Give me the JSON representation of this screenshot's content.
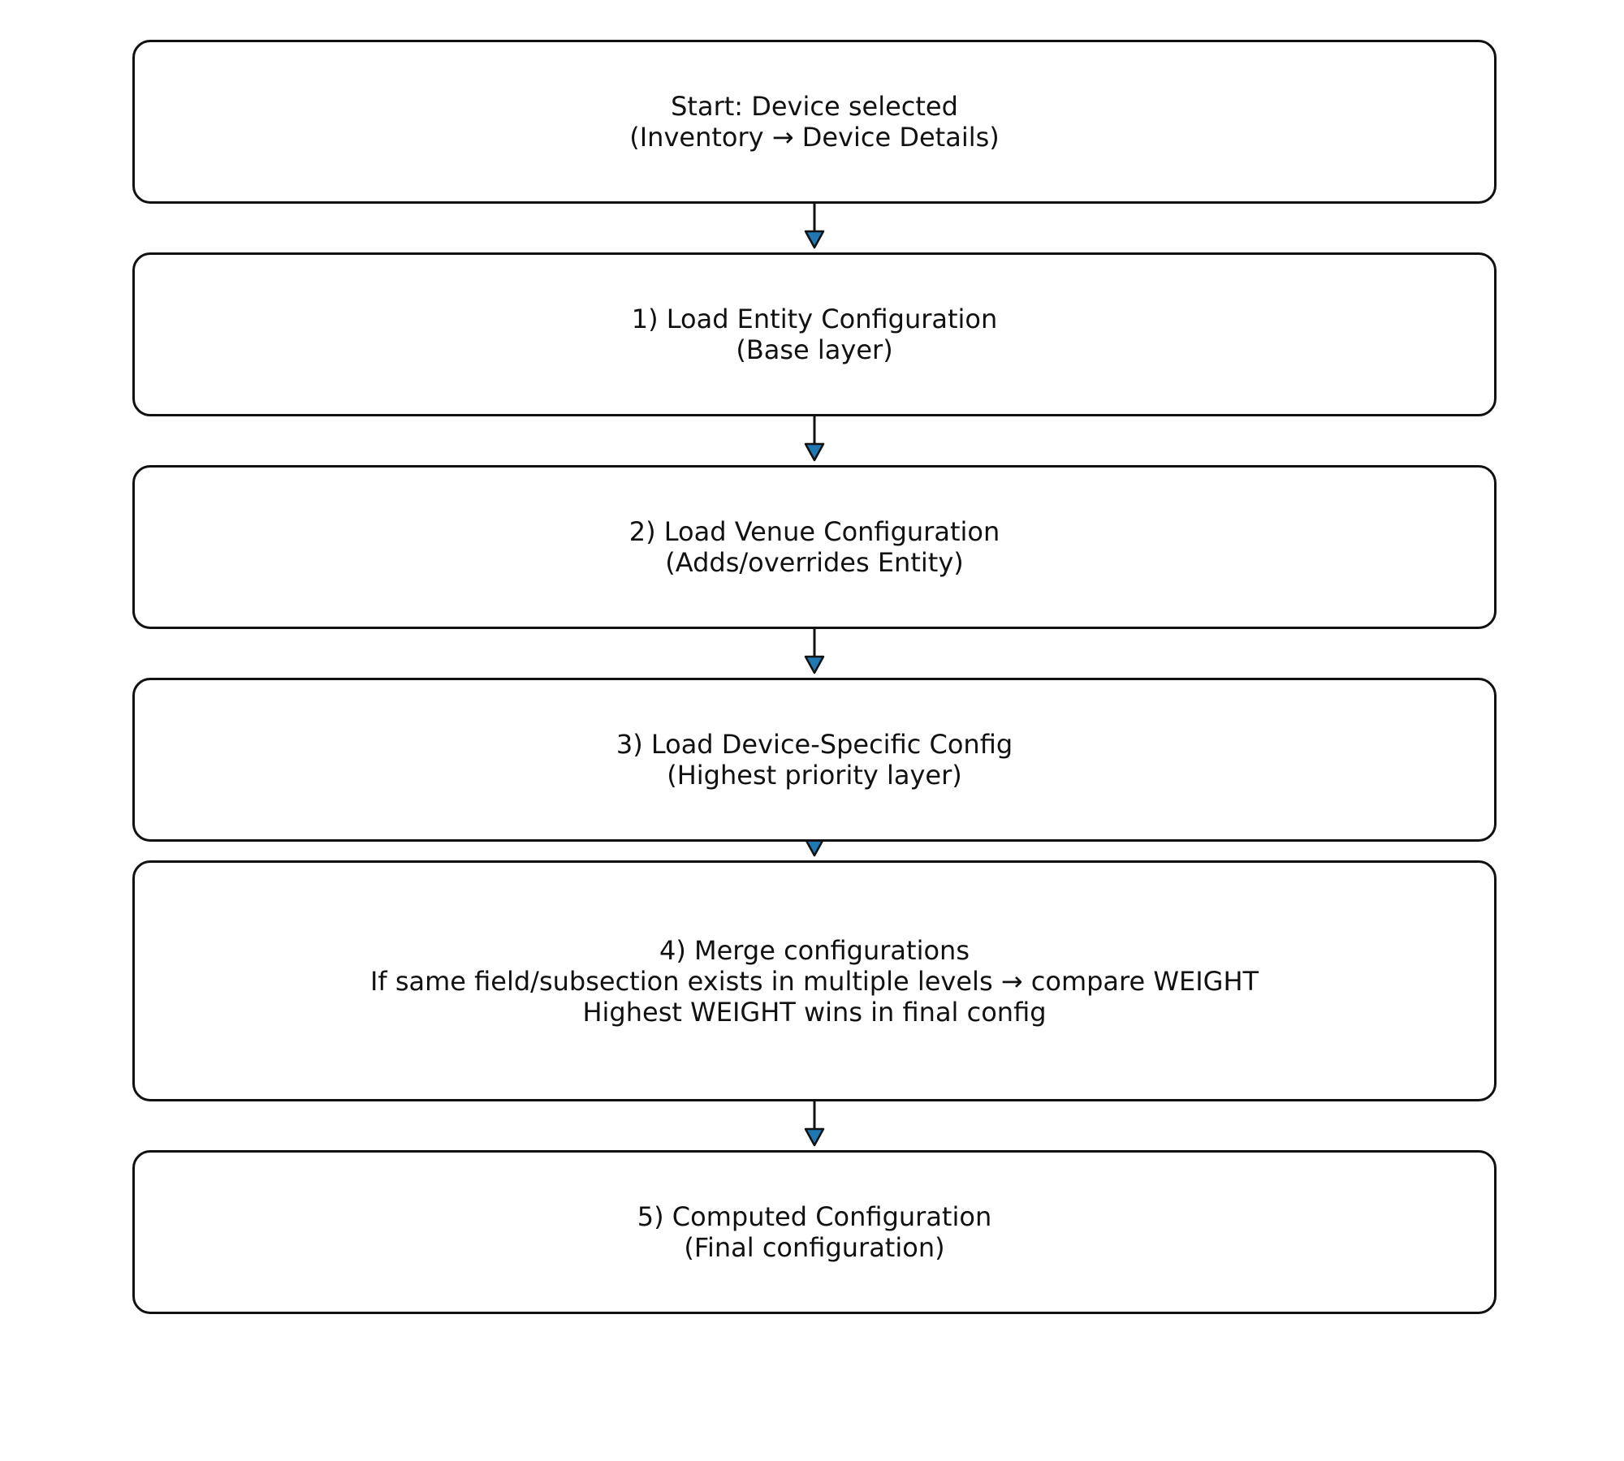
{
  "diagram": {
    "arrow_color": "#1f77b4",
    "node_border_color": "#111111",
    "nodes": [
      {
        "id": "start",
        "lines": [
          "Start: Device selected",
          "(Inventory → Device Details)"
        ]
      },
      {
        "id": "entity",
        "lines": [
          "1) Load Entity Configuration",
          "(Base layer)"
        ]
      },
      {
        "id": "venue",
        "lines": [
          "2) Load Venue Configuration",
          "(Adds/overrides Entity)"
        ]
      },
      {
        "id": "device",
        "lines": [
          "3) Load Device-Specific Config",
          "(Highest priority layer)"
        ]
      },
      {
        "id": "merge",
        "lines": [
          "4) Merge configurations",
          "If same field/subsection exists in multiple levels → compare WEIGHT",
          "Highest WEIGHT wins in final config"
        ]
      },
      {
        "id": "computed",
        "lines": [
          "5) Computed Configuration",
          "(Final configuration)"
        ]
      }
    ],
    "edges": [
      {
        "from": "start",
        "to": "entity"
      },
      {
        "from": "entity",
        "to": "venue"
      },
      {
        "from": "venue",
        "to": "device"
      },
      {
        "from": "device",
        "to": "merge"
      },
      {
        "from": "merge",
        "to": "computed"
      }
    ]
  }
}
